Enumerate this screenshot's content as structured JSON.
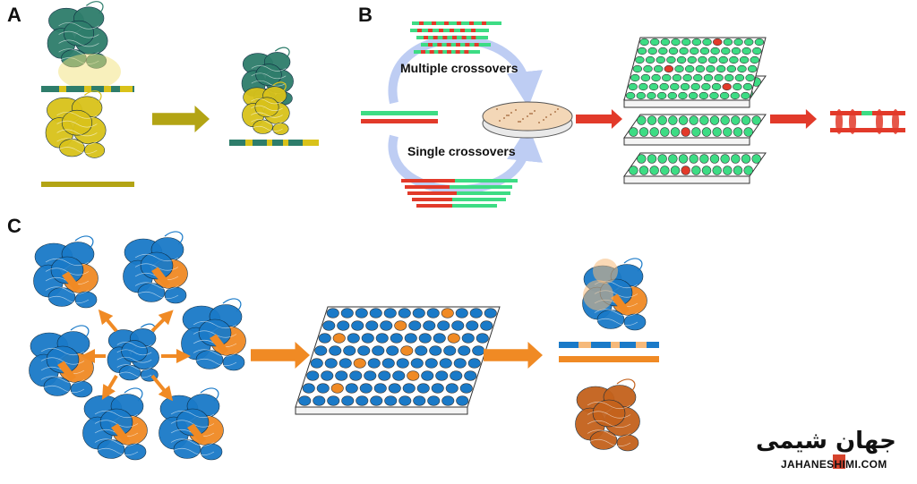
{
  "panels": {
    "a": {
      "label": "A"
    },
    "b": {
      "label": "B",
      "top_caption": "Multiple crossovers",
      "bottom_caption": "Single crossovers"
    },
    "c": {
      "label": "C"
    }
  },
  "colors": {
    "teal": "#2e7d6b",
    "yellow": "#d9c21a",
    "olive": "#b3a414",
    "green": "#3ddc84",
    "red": "#e23a2a",
    "blue": "#1a7ac8",
    "orange": "#f08a24",
    "arrow_blue": "#b7c8f2"
  },
  "watermark": {
    "persian": "جهان شیمی",
    "latin": "JAHANESHIMI.COM"
  }
}
